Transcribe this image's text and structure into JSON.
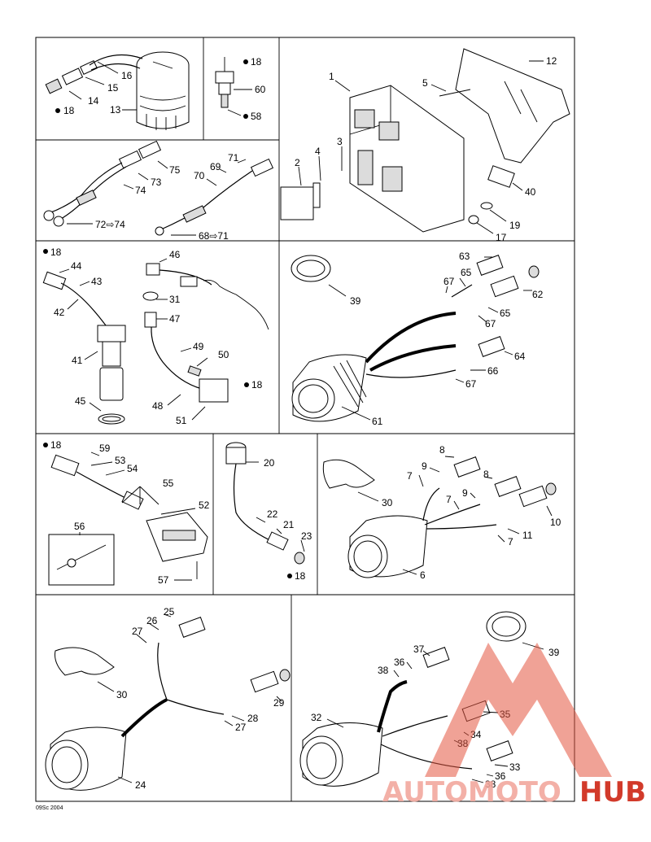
{
  "diagram": {
    "footer_code": "09Sc 2004",
    "watermark": {
      "left": "AUTOMOTO",
      "right": "HUB",
      "left_color": "#f2a79d",
      "right_color": "#d23a2a"
    },
    "panels": [
      {
        "id": "p1",
        "callouts": [
          {
            "t": "16"
          },
          {
            "t": "15"
          },
          {
            "t": "14"
          },
          {
            "t": "18"
          },
          {
            "t": "13"
          }
        ]
      },
      {
        "id": "p2",
        "callouts": [
          {
            "t": "18"
          },
          {
            "t": "60"
          },
          {
            "t": "58"
          }
        ]
      },
      {
        "id": "p3",
        "callouts": [
          {
            "t": "1"
          },
          {
            "t": "5"
          },
          {
            "t": "12"
          },
          {
            "t": "2"
          },
          {
            "t": "4"
          },
          {
            "t": "3"
          },
          {
            "t": "40"
          },
          {
            "t": "19"
          },
          {
            "t": "17"
          }
        ]
      },
      {
        "id": "p4",
        "callouts": [
          {
            "t": "75"
          },
          {
            "t": "73"
          },
          {
            "t": "74"
          },
          {
            "t": "72⇨74"
          },
          {
            "t": "71"
          },
          {
            "t": "69"
          },
          {
            "t": "70"
          },
          {
            "t": "68⇨71"
          }
        ]
      },
      {
        "id": "p5",
        "callouts": [
          {
            "t": "18"
          },
          {
            "t": "44"
          },
          {
            "t": "43"
          },
          {
            "t": "42"
          },
          {
            "t": "41"
          },
          {
            "t": "45"
          },
          {
            "t": "46"
          },
          {
            "t": "31"
          },
          {
            "t": "47"
          },
          {
            "t": "49"
          },
          {
            "t": "50"
          },
          {
            "t": "18"
          },
          {
            "t": "48"
          },
          {
            "t": "51"
          }
        ]
      },
      {
        "id": "p6",
        "callouts": [
          {
            "t": "63"
          },
          {
            "t": "65"
          },
          {
            "t": "67"
          },
          {
            "t": "62"
          },
          {
            "t": "39"
          },
          {
            "t": "65"
          },
          {
            "t": "67"
          },
          {
            "t": "64"
          },
          {
            "t": "66"
          },
          {
            "t": "67"
          },
          {
            "t": "61"
          }
        ]
      },
      {
        "id": "p7",
        "callouts": [
          {
            "t": "18"
          },
          {
            "t": "59"
          },
          {
            "t": "53"
          },
          {
            "t": "54"
          },
          {
            "t": "55"
          },
          {
            "t": "52"
          },
          {
            "t": "56"
          },
          {
            "t": "57"
          }
        ]
      },
      {
        "id": "p8",
        "callouts": [
          {
            "t": "20"
          },
          {
            "t": "22"
          },
          {
            "t": "21"
          },
          {
            "t": "23"
          },
          {
            "t": "18"
          }
        ]
      },
      {
        "id": "p9",
        "callouts": [
          {
            "t": "8"
          },
          {
            "t": "9"
          },
          {
            "t": "7"
          },
          {
            "t": "8"
          },
          {
            "t": "30"
          },
          {
            "t": "9"
          },
          {
            "t": "7"
          },
          {
            "t": "10"
          },
          {
            "t": "11"
          },
          {
            "t": "7"
          },
          {
            "t": "6"
          }
        ]
      },
      {
        "id": "p10",
        "callouts": [
          {
            "t": "25"
          },
          {
            "t": "26"
          },
          {
            "t": "27"
          },
          {
            "t": "30"
          },
          {
            "t": "29"
          },
          {
            "t": "28"
          },
          {
            "t": "27"
          },
          {
            "t": "24"
          }
        ]
      },
      {
        "id": "p11",
        "callouts": [
          {
            "t": "39"
          },
          {
            "t": "37"
          },
          {
            "t": "36"
          },
          {
            "t": "38"
          },
          {
            "t": "32"
          },
          {
            "t": "35"
          },
          {
            "t": "34"
          },
          {
            "t": "38"
          },
          {
            "t": "33"
          },
          {
            "t": "36"
          },
          {
            "t": "38"
          }
        ]
      }
    ]
  }
}
